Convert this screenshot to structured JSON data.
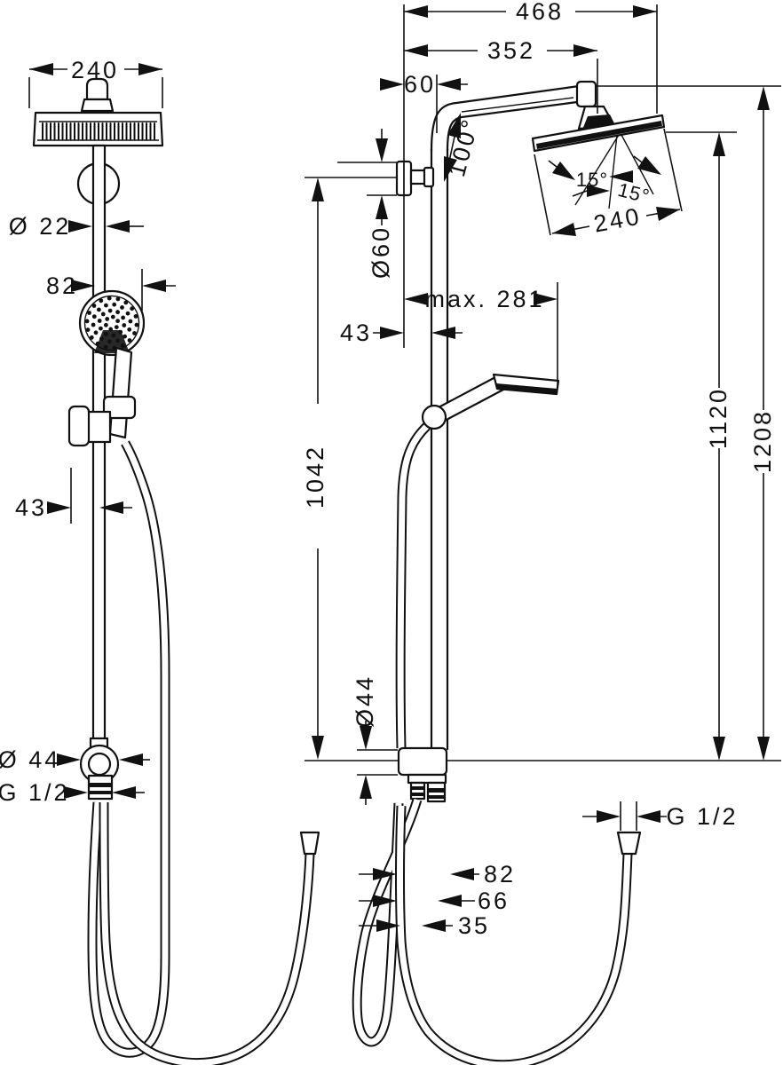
{
  "colors": {
    "line": "#111111",
    "background": "#ffffff"
  },
  "front_view": {
    "head_width": "240",
    "pipe_diameter": "Ø 22",
    "handshower_offset": "82",
    "holder_depth": "43",
    "tee_diameter": "Ø 44",
    "inlet_thread": "G 1/2",
    "bar_height": "1042"
  },
  "side_view": {
    "overall_depth": "468",
    "head_center_depth": "352",
    "wall_clearance": "60",
    "arm_swivel_angle": "100°",
    "escutcheon_diameter": "Ø60",
    "head_tilt_up": "15°",
    "head_tilt_down": "15°",
    "head_length": "240",
    "handshower_reach": "max. 281",
    "pipe_wall_gap": "43",
    "handshower_height": "1120",
    "overall_height": "1208",
    "tee_diameter": "Ø44",
    "outlet_thread": "G 1/2",
    "hose_offset_outer": "82",
    "hose_offset_mid": "66",
    "hose_offset_inner": "35"
  }
}
